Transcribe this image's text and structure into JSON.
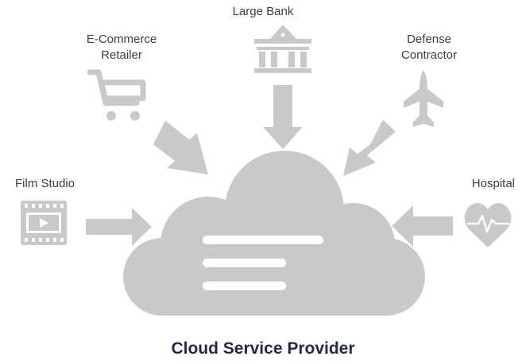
{
  "sources": {
    "large_bank": {
      "label": "Large Bank",
      "icon": "bank-icon"
    },
    "ecommerce": {
      "label_line1": "E-Commerce",
      "label_line2": "Retailer",
      "icon": "shopping-cart-icon"
    },
    "defense": {
      "label_line1": "Defense",
      "label_line2": "Contractor",
      "icon": "fighter-jet-icon"
    },
    "film_studio": {
      "label": "Film Studio",
      "icon": "film-video-icon"
    },
    "hospital": {
      "label": "Hospital",
      "icon": "heart-pulse-icon"
    }
  },
  "target": {
    "label": "Cloud Service Provider",
    "icon": "cloud-document-icon"
  },
  "colors": {
    "shape_fill": "#c9c9c9",
    "text": "#3a3d4a",
    "title": "#1f2a4d"
  }
}
